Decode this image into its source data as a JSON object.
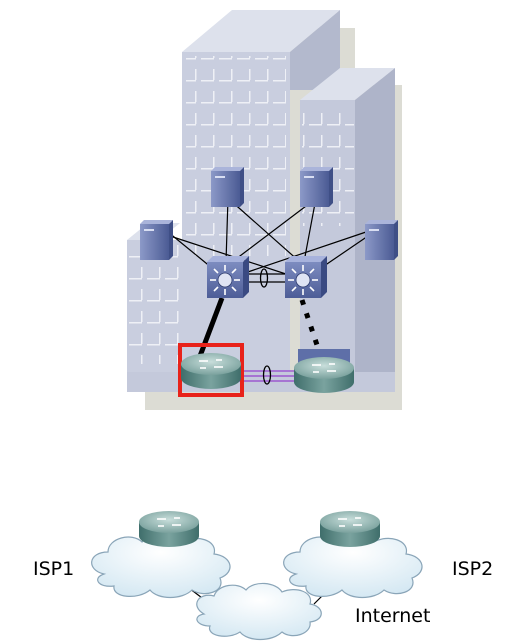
{
  "labels": {
    "isp1": "ISP1",
    "isp2": "ISP2",
    "internet": "Internet"
  },
  "colors": {
    "building_front": "#c9cedf",
    "building_top": "#dde1ec",
    "building_side": "#b3b9cd",
    "building_shadow": "#dcdcd4",
    "window_line": "#eef0f6",
    "device_blue": "#5e6fa8",
    "device_dark": "#3f4f86",
    "router_teal": "#5f8f8c",
    "router_top": "#9cbab6",
    "cloud_fill": "#e9f4fa",
    "cloud_stroke": "#8aa5b8",
    "selection_red": "#e8221a",
    "bundle_purple": "#9b59d0"
  },
  "icons": [
    "server-icon",
    "multilayer-switch-icon",
    "router-icon",
    "cloud-icon",
    "link-bundle-icon"
  ]
}
